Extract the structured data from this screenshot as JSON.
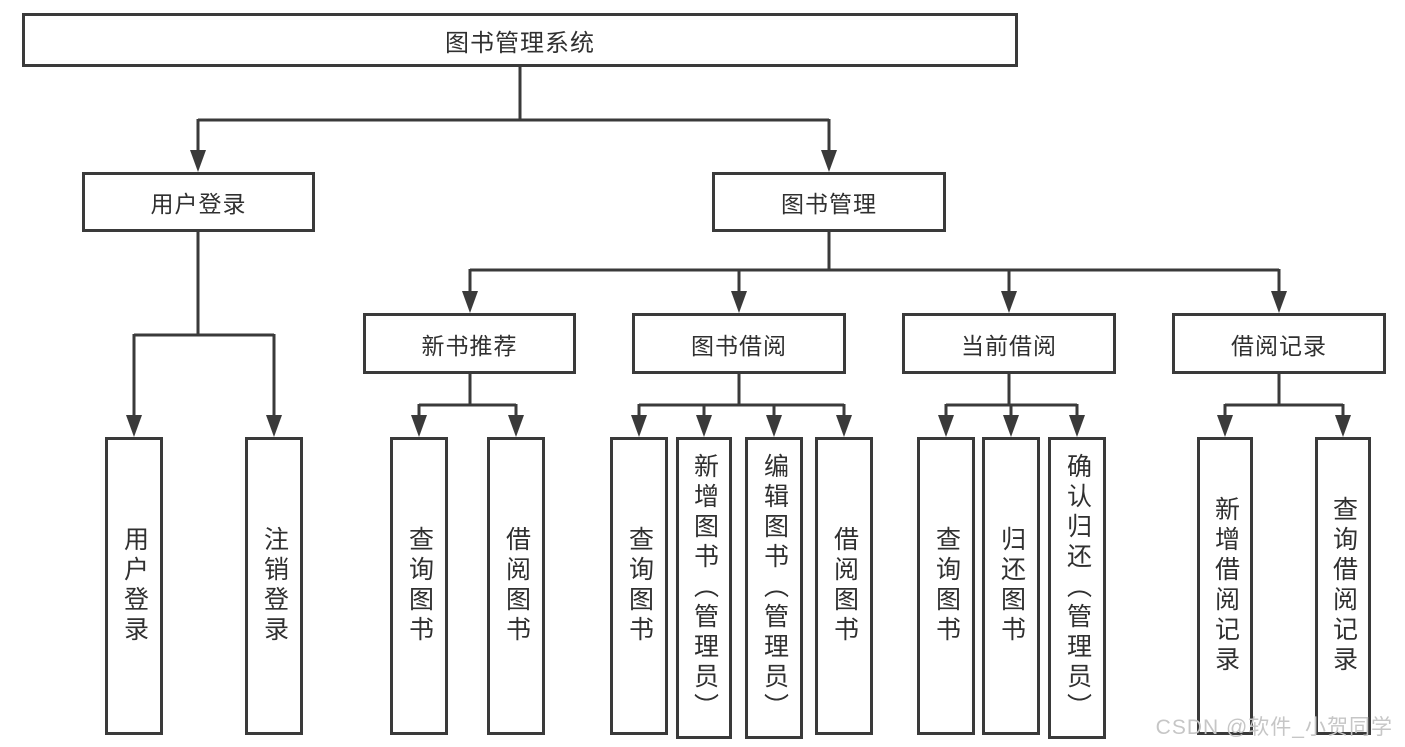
{
  "diagram": {
    "type": "hierarchy-tree",
    "tree": {
      "label": "图书管理系统",
      "children": [
        {
          "label": "用户登录",
          "children": [
            {
              "label": "用户登录"
            },
            {
              "label": "注销登录"
            }
          ]
        },
        {
          "label": "图书管理",
          "children": [
            {
              "label": "新书推荐",
              "children": [
                {
                  "label": "查询图书"
                },
                {
                  "label": "借阅图书"
                }
              ]
            },
            {
              "label": "图书借阅",
              "children": [
                {
                  "label": "查询图书"
                },
                {
                  "label": "新增图书（管理员）"
                },
                {
                  "label": "编辑图书（管理员）"
                },
                {
                  "label": "借阅图书"
                }
              ]
            },
            {
              "label": "当前借阅",
              "children": [
                {
                  "label": "查询图书"
                },
                {
                  "label": "归还图书"
                },
                {
                  "label": "确认归还（管理员）"
                }
              ]
            },
            {
              "label": "借阅记录",
              "children": [
                {
                  "label": "新增借阅记录"
                },
                {
                  "label": "查询借阅记录"
                }
              ]
            }
          ]
        }
      ]
    }
  },
  "watermark": {
    "text": "CSDN @软件_小贺同学"
  },
  "colors": {
    "line": "#3a3a3a",
    "box_border": "#3a3a3a",
    "text": "#303030",
    "watermark": "#c6c6c6",
    "background": "#ffffff"
  }
}
